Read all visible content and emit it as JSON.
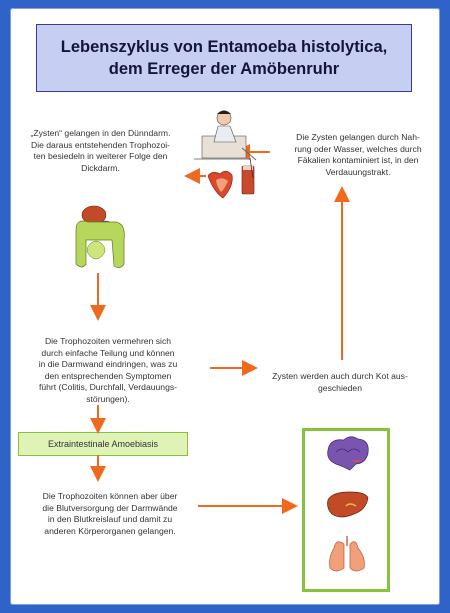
{
  "title": {
    "line1": "Lebenszyklus von Entamoeba histolytica,",
    "line2": "dem Erreger der Amöbenruhr"
  },
  "steps": {
    "zysten_duenndarm": [
      "„Zysten“ gelangen in den Dünndarm.",
      "Die daraus entstehenden Tropho­zoi-",
      "ten besiedeln in weiterer Folge den",
      "Dickdarm."
    ],
    "nahrung": [
      "Die Zysten gelangen durch Nah-",
      "rung oder Wasser, welches durch",
      "Fäkalien kontaminiert ist, in den",
      "Verdauungstrakt."
    ],
    "vermehrung": [
      "Die Trophozoiten vermehren sich",
      "durch einfache Teilung und können",
      "in die Darmwand eindringen, was zu",
      "den entsprechenden Symptomen",
      "führt (Colitis, Durchfall, Verdauungs-",
      "störungen)."
    ],
    "kot": [
      "Zysten werden auch durch Kot aus-",
      "geschieden"
    ],
    "blutversorgung": [
      "Die Trophozoiten können aber über",
      "die Blutversorgung der Darmwände",
      "in den Blutkreislauf und damit zu",
      "anderen Körperorganen gelangen."
    ]
  },
  "badge": "Extraintestinale Amoebiasis",
  "colors": {
    "background": "#2f63c8",
    "title_fill": "#c6cef2",
    "arrow": "#ee6a1f",
    "badge_fill": "#dff3b6",
    "frame": "#86c23c"
  },
  "icons": [
    "person-eating-icon",
    "food-plate-icon",
    "drink-glass-icon",
    "intestine-icon",
    "brain-icon",
    "liver-icon",
    "lungs-icon"
  ]
}
